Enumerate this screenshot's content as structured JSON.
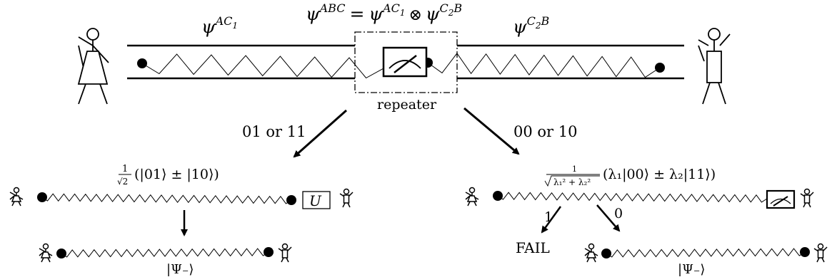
{
  "labels": {
    "psi": "ψ",
    "sup_ac1": "AC",
    "sub_1": "1",
    "sup_abc": "ABC",
    "equals": "=",
    "otimes": "⊗",
    "sup_c2b": "C",
    "sub_2": "2",
    "b": "B",
    "repeater": "repeater",
    "branch_left": "01 or 11",
    "branch_right": "00 or 10",
    "one": "1",
    "zero": "0",
    "fail": "FAIL",
    "u_gate": "U",
    "state_left": "(|01⟩ ± |10⟩)",
    "state_right": "(λ₁|00⟩ ± λ₂|11⟩)",
    "frac_num": "1",
    "sqrt2": "√2",
    "lambda_den": "λ₁² + λ₂²",
    "psi_minus": "|Ψ₋⟩"
  },
  "colors": {
    "ink": "#000000",
    "background": "#ffffff"
  }
}
